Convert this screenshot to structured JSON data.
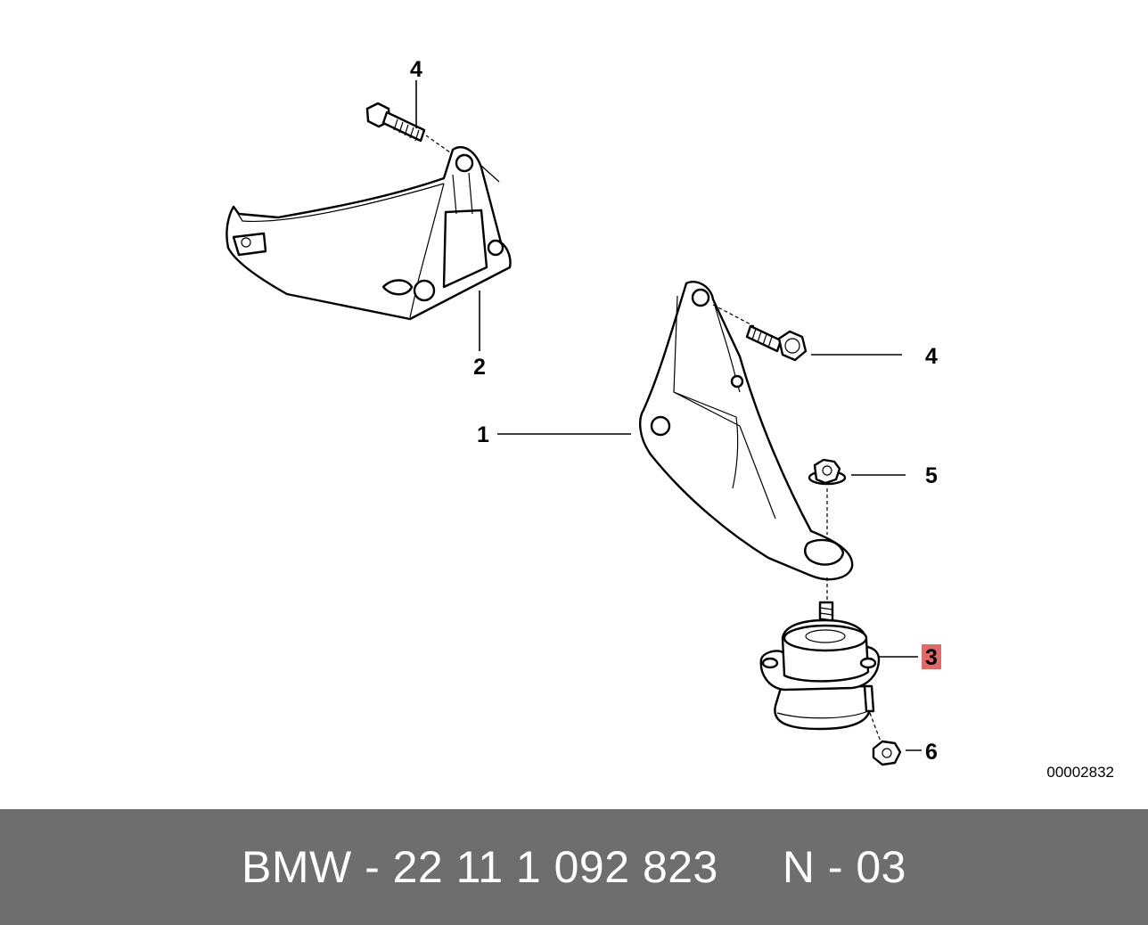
{
  "diagram": {
    "callouts": {
      "c1": "1",
      "c2": "2",
      "c3": "3",
      "c4_top": "4",
      "c4_right": "4",
      "c5": "5",
      "c6": "6"
    },
    "highlighted_callout": "3",
    "highlight_color": "#e06a6a",
    "reference_number": "00002832"
  },
  "footer": {
    "text": "BMW - 22 11 1 092 823     N - 03",
    "background": "#6e6e6e",
    "text_color": "#ffffff"
  }
}
